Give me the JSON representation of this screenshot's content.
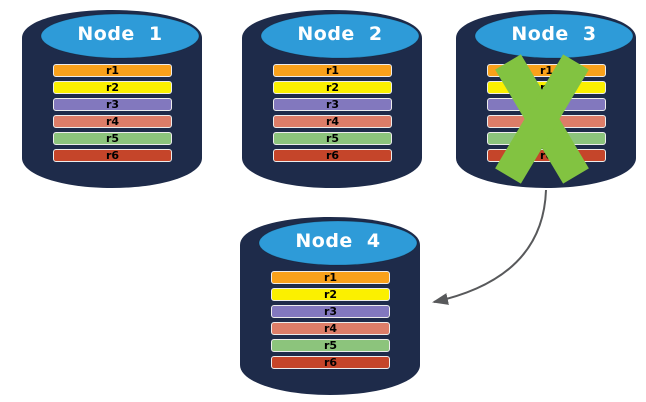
{
  "nodes": [
    {
      "title": "Node 1",
      "failed": false,
      "bars": [
        "r1",
        "r2",
        "r3",
        "r4",
        "r5",
        "r6"
      ]
    },
    {
      "title": "Node 2",
      "failed": false,
      "bars": [
        "r1",
        "r2",
        "r3",
        "r4",
        "r5",
        "r6"
      ]
    },
    {
      "title": "Node 3",
      "failed": true,
      "bars": [
        "r1",
        "r2",
        "r3",
        "r4",
        "r5",
        "r6"
      ]
    },
    {
      "title": "Node 4",
      "failed": false,
      "bars": [
        "r1",
        "r2",
        "r3",
        "r4",
        "r5",
        "r6"
      ]
    }
  ],
  "icons": {
    "failure": "x-mark-icon",
    "transfer": "curved-arrow-icon",
    "node_shape": "database-cylinder-icon"
  },
  "colors": {
    "canvas_bg": "#FFFFFF",
    "cylinder_body": "#1E2B4A",
    "cylinder_top": "#2E9BD8",
    "node_title": "#FFFFFF",
    "bar_border": "#ECECEC",
    "bar_label": "#000000",
    "bar_r1": "#F9A11B",
    "bar_r2": "#FBF000",
    "bar_r3": "#8278BE",
    "bar_r4": "#DD7D68",
    "bar_r5": "#8CC47C",
    "bar_r6": "#C5452A",
    "failure_x": "#82C341",
    "arrow": "#58595B"
  }
}
